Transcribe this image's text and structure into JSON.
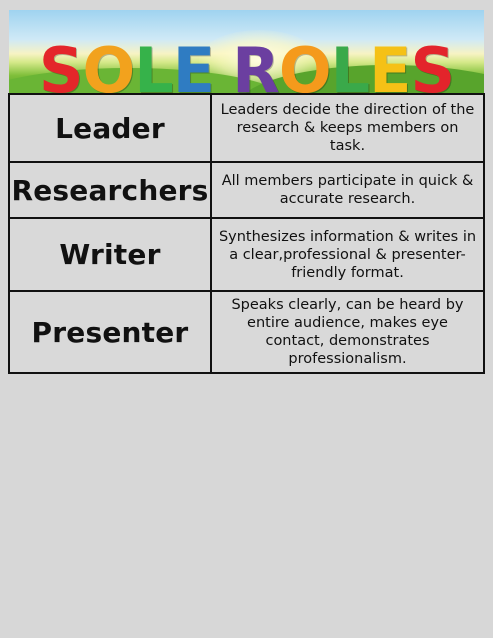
{
  "title": {
    "letters": [
      "S",
      "O",
      "L",
      "E",
      "R",
      "O",
      "L",
      "E",
      "S"
    ],
    "colors": [
      "#e4262a",
      "#f2a21d",
      "#36b24a",
      "#2f7cc2",
      "#6b3fa0",
      "#f59a1c",
      "#3aa94a",
      "#f5c116",
      "#e3242b"
    ]
  },
  "roles": [
    {
      "role": "Leader",
      "description": "Leaders decide the direction of the research & keeps members on task."
    },
    {
      "role": "Researchers",
      "description": "All members participate in quick & accurate research."
    },
    {
      "role": "Writer",
      "description": "Synthesizes information & writes in a clear,professional & presenter-friendly format."
    },
    {
      "role": "Presenter",
      "description": "Speaks clearly, can be heard by entire audience, makes eye contact, demonstrates professionalism."
    }
  ]
}
